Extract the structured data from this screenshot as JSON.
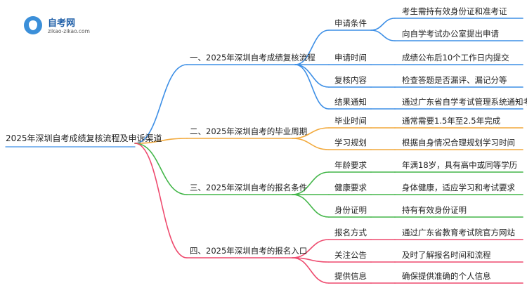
{
  "logo": {
    "name": "自考网",
    "url": "zikao-zikao.com",
    "icon": "graduation-cap-icon"
  },
  "root": "2025年深圳自考成绩复核流程及申诉渠道",
  "branches": [
    {
      "label": "一、2025年深圳自考成绩复核流程",
      "color": "#3d8fe6",
      "items": [
        {
          "label": "申请条件",
          "leaves": [
            "考生需持有效身份证和准考证",
            "向自学考试办公室提出申请"
          ]
        },
        {
          "label": "申请时间",
          "leaves": [
            "成绩公布后10个工作日内提交"
          ]
        },
        {
          "label": "复核内容",
          "leaves": [
            "检查答题是否漏评、漏记分等"
          ]
        },
        {
          "label": "结果通知",
          "leaves": [
            "通过广东省自学考试管理系统通知考生"
          ]
        }
      ]
    },
    {
      "label": "二、2025年深圳自考的毕业周期",
      "color": "#f2a93b",
      "items": [
        {
          "label": "毕业时间",
          "leaves": [
            "通常需要1.5年至2.5年完成"
          ]
        },
        {
          "label": "学习规划",
          "leaves": [
            "根据自身情况合理规划学习时间"
          ]
        }
      ]
    },
    {
      "label": "三、2025年深圳自考的报名条件",
      "color": "#43b649",
      "items": [
        {
          "label": "年龄要求",
          "leaves": [
            "年满18岁，具有高中或同等学历"
          ]
        },
        {
          "label": "健康要求",
          "leaves": [
            "身体健康，适应学习和考试要求"
          ]
        },
        {
          "label": "身份证明",
          "leaves": [
            "持有有效身份证明"
          ]
        }
      ]
    },
    {
      "label": "四、2025年深圳自考的报名入口",
      "color": "#ee4a6e",
      "items": [
        {
          "label": "报名方式",
          "leaves": [
            "通过广东省教育考试院官方网站"
          ]
        },
        {
          "label": "关注公告",
          "leaves": [
            "及时了解报名时间和流程"
          ]
        },
        {
          "label": "提供信息",
          "leaves": [
            "确保提供准确的个人信息"
          ]
        }
      ]
    }
  ]
}
